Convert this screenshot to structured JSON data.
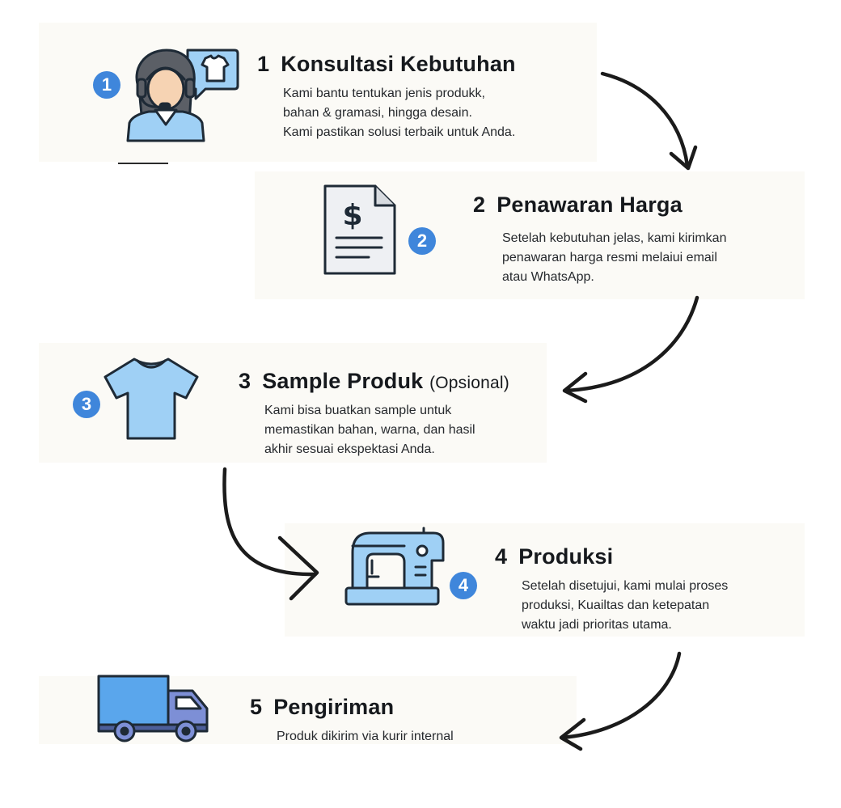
{
  "steps": [
    {
      "number": "1",
      "badge": "1",
      "title": "Konsultasi Kebutuhan",
      "description": [
        "Kami bantu tentukan jenis produkk,",
        "bahan & gramasi, hingga desain.",
        "Kami pastikan solusi terbaik untuk Anda."
      ],
      "icon": "customer-service-agent-icon"
    },
    {
      "number": "2",
      "badge": "2",
      "title": "Penawaran Harga",
      "description": [
        "Setelah kebutuhan jelas, kami kirimkan",
        "penawaran harga resmi melaiui email",
        "atau WhatsApp."
      ],
      "icon": "price-document-icon"
    },
    {
      "number": "3",
      "badge": "3",
      "title": "Sample Produk",
      "title_note": "(Opsional)",
      "description": [
        "Kami bisa buatkan sample untuk",
        "memastikan bahan, warna, dan hasil",
        "akhir sesuai ekspektasi Anda."
      ],
      "icon": "t-shirt-icon"
    },
    {
      "number": "4",
      "badge": "4",
      "title": "Produksi",
      "description": [
        "Setelah disetujui, kami mulai proses",
        "produksi, Kuailtas dan ketepatan",
        "waktu jadi prioritas utama."
      ],
      "icon": "sewing-machine-icon"
    },
    {
      "number": "5",
      "title": "Pengiriman",
      "description": [
        "Produk dikirim via kurir internal"
      ],
      "icon": "delivery-truck-icon"
    }
  ],
  "colors": {
    "badge": "#3f86db",
    "icon_fill": "#9fd0f5",
    "icon_stroke": "#1e2a36",
    "arrow": "#1b1b1b",
    "panel": "#fbfaf6"
  }
}
